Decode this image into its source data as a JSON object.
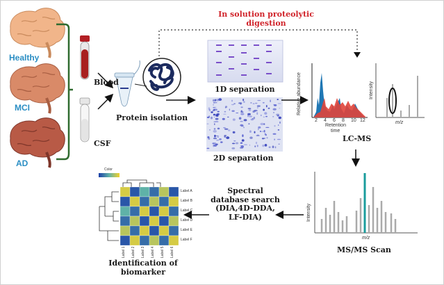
{
  "brains": [
    {
      "label": "Healthy",
      "color": "#f1b58a"
    },
    {
      "label": "MCI",
      "color": "#d98a68"
    },
    {
      "label": "AD",
      "color": "#b85a46"
    }
  ],
  "samples": {
    "blood": "Blood",
    "csf": "CSF"
  },
  "steps": {
    "protein_isolation": "Protein isolation",
    "digestion_line1": "In solution proteolytic",
    "digestion_line2": "digestion",
    "sep_1d": "1D separation",
    "sep_2d": "2D separation",
    "lcms": "LC-MS",
    "msms": "MS/MS Scan",
    "search_line1": "Spectral",
    "search_line2": "database search",
    "search_line3": "(DIA,4D-DDA,",
    "search_line4": "LF-DIA)",
    "ident_line1": "Identification of",
    "ident_line2": "biomarker"
  },
  "chromatogram": {
    "ylabel": "Relative abundance",
    "xlabel_1": "Retention",
    "xlabel_2": "time",
    "ticks": [
      "2",
      "4",
      "6",
      "8",
      "10",
      "12"
    ]
  },
  "spectrum_small": {
    "ylabel": "Intensity",
    "xlabel": "m/z"
  },
  "spectrum_large": {
    "ylabel": "Intensity",
    "xlabel": "m/z"
  },
  "heatmap": {
    "legend_title": "Color",
    "row_labels": [
      "Label A",
      "Label B",
      "Label C",
      "Label D",
      "Label E",
      "Label F"
    ],
    "col_labels": [
      "Label 1",
      "Label 2",
      "Label 3",
      "Label 4",
      "Label 5",
      "Label 6"
    ],
    "values": [
      [
        0.9,
        0.1,
        0.5,
        0.2,
        0.8,
        0.1
      ],
      [
        0.1,
        0.9,
        0.2,
        0.8,
        0.2,
        0.9
      ],
      [
        0.5,
        0.2,
        0.9,
        0.1,
        0.9,
        0.2
      ],
      [
        0.2,
        0.8,
        0.1,
        0.9,
        0.1,
        0.8
      ],
      [
        0.8,
        0.2,
        0.9,
        0.1,
        0.9,
        0.2
      ],
      [
        0.1,
        0.9,
        0.2,
        0.8,
        0.2,
        0.9
      ]
    ]
  },
  "colors": {
    "accent_red": "#d0232a",
    "brain_label": "#2a8ec4",
    "bracket": "#2f6b2f",
    "gel_purple": "#7a4fc9",
    "chrom_blue": "#1f77b4",
    "chrom_red": "#e0443a",
    "teal_peak": "#1a9c9c"
  }
}
